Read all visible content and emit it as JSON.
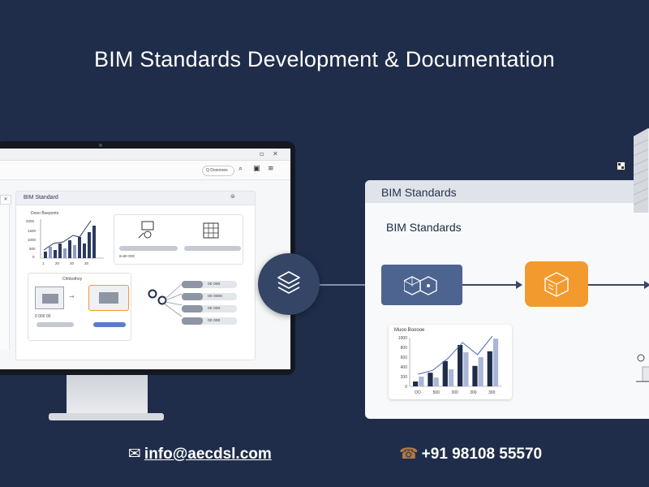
{
  "page": {
    "title": "BIM Standards Development & Documentation"
  },
  "monitor_app": {
    "toolbar": {
      "search_label": "Q Doxoroes"
    },
    "panel": {
      "title": "BIM Standard",
      "chart_card_title": "Dooo Bseponts",
      "chart_y_ticks": [
        "2000",
        "1500",
        "1000",
        "500",
        "0"
      ],
      "chart_x_ticks": [
        "1",
        "20",
        "30",
        "30"
      ],
      "card_footer_label": "a ao ooc",
      "workflow_title": "Chhbothoy",
      "workflow_footer_label": "0 000 00",
      "list_items": [
        "oo ooo",
        "oo oooo",
        "oo ooo",
        "oo ooo"
      ]
    }
  },
  "right_panel": {
    "header_title": "BIM Standards",
    "subtitle": "BIM Standards",
    "chart_title": "Muoo Booooe"
  },
  "chart_data": {
    "type": "bar",
    "title": "Muoo Booooe",
    "categories": [
      "DO",
      "500",
      "300",
      "300",
      "300"
    ],
    "y_ticks": [
      "1000",
      "800",
      "600",
      "400",
      "200",
      "0"
    ],
    "ylim": [
      0,
      1000
    ],
    "series": [
      {
        "values": [
          100,
          280,
          520,
          850,
          420,
          720
        ]
      },
      {
        "values": [
          200,
          180,
          350,
          700,
          600,
          980
        ]
      }
    ],
    "trend_line": true,
    "colors": [
      "#1f2d4a",
      "#a9b6d6"
    ]
  },
  "footer": {
    "email": "info@aecdsl.com",
    "email_icon": "envelope-icon",
    "phone": "+91 98108 55570",
    "phone_icon": "phone-icon"
  },
  "colors": {
    "background": "#1f2d4a",
    "accent_orange": "#f39a2e",
    "accent_blue": "#4e6490"
  }
}
